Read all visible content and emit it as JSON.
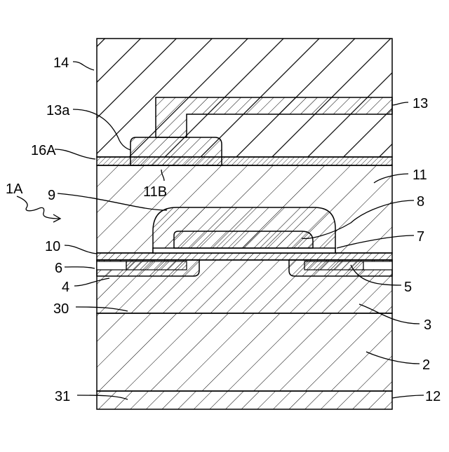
{
  "labels": {
    "l14": "14",
    "l13a": "13a",
    "l13": "13",
    "l16A": "16A",
    "l11": "11",
    "l11B": "11B",
    "l1A": "1A",
    "l9": "9",
    "l8": "8",
    "l7": "7",
    "l10": "10",
    "l6": "6",
    "l4": "4",
    "l5": "5",
    "l30": "30",
    "l3": "3",
    "l2": "2",
    "l31": "31",
    "l12": "12"
  }
}
